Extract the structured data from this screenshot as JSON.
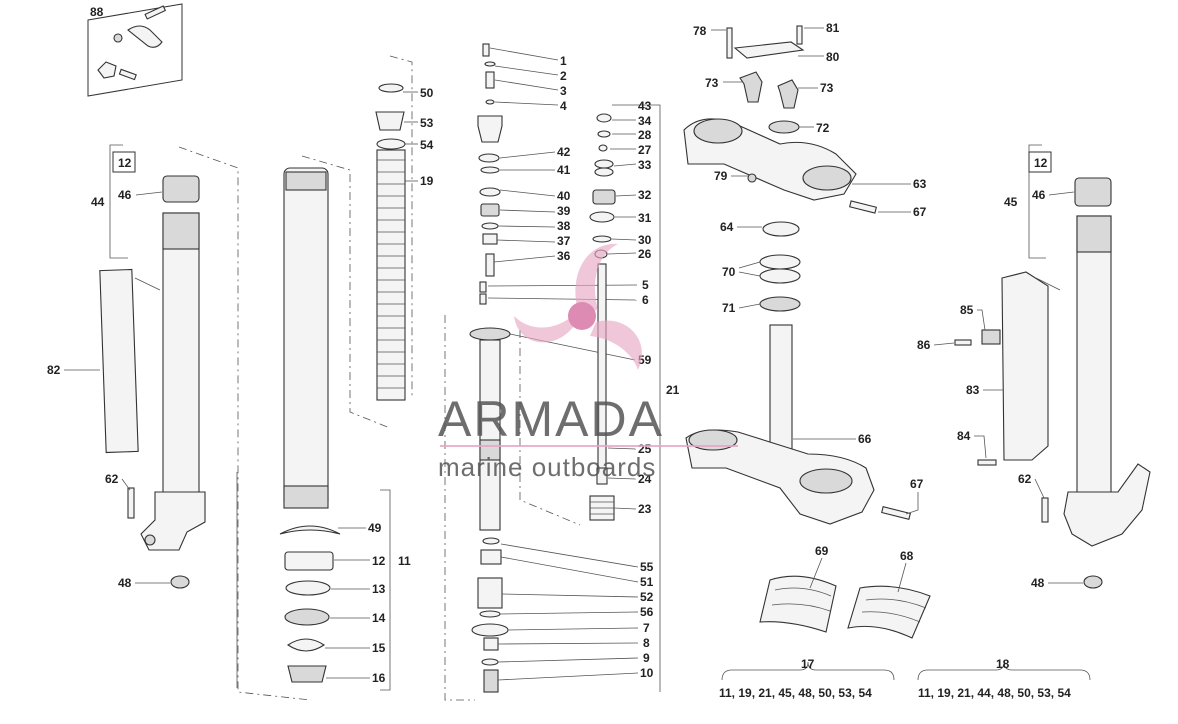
{
  "labels": {
    "p88": "88",
    "p12a": "12",
    "p46a": "46",
    "p44": "44",
    "p82": "82",
    "p62a": "62",
    "p48a": "48",
    "p50": "50",
    "p53": "53",
    "p54": "54",
    "p19": "19",
    "p49": "49",
    "p12b": "12",
    "p11": "11",
    "p13": "13",
    "p14": "14",
    "p15": "15",
    "p16": "16",
    "p1": "1",
    "p2": "2",
    "p3": "3",
    "p4": "4",
    "p42": "42",
    "p41": "41",
    "p40": "40",
    "p39": "39",
    "p38": "38",
    "p37": "37",
    "p36": "36",
    "p5": "5",
    "p6": "6",
    "p59": "59",
    "p25": "25",
    "p24": "24",
    "p23": "23",
    "p55": "55",
    "p51": "51",
    "p52": "52",
    "p56": "56",
    "p7": "7",
    "p8": "8",
    "p9": "9",
    "p10": "10",
    "p43": "43",
    "p34": "34",
    "p28": "28",
    "p27": "27",
    "p33": "33",
    "p32": "32",
    "p31": "31",
    "p30": "30",
    "p26": "26",
    "p21": "21",
    "p78": "78",
    "p81": "81",
    "p80": "80",
    "p73a": "73",
    "p73b": "73",
    "p72": "72",
    "p79": "79",
    "p63": "63",
    "p67a": "67",
    "p64": "64",
    "p70": "70",
    "p71": "71",
    "p66": "66",
    "p67b": "67",
    "p69": "69",
    "p68": "68",
    "p12c": "12",
    "p46b": "46",
    "p45": "45",
    "p85": "85",
    "p86": "86",
    "p83": "83",
    "p84": "84",
    "p62b": "62",
    "p48b": "48"
  },
  "kits": [
    {
      "number": "17",
      "contents": "11, 19, 21, 45, 48, 50, 53, 54"
    },
    {
      "number": "18",
      "contents": "11, 19, 21, 44, 48, 50, 53, 54"
    }
  ],
  "watermark": {
    "brand": "ARMADA",
    "tagline": "marine outboards",
    "brand_color": "#555555",
    "accent_color": "#e8a6c4"
  }
}
